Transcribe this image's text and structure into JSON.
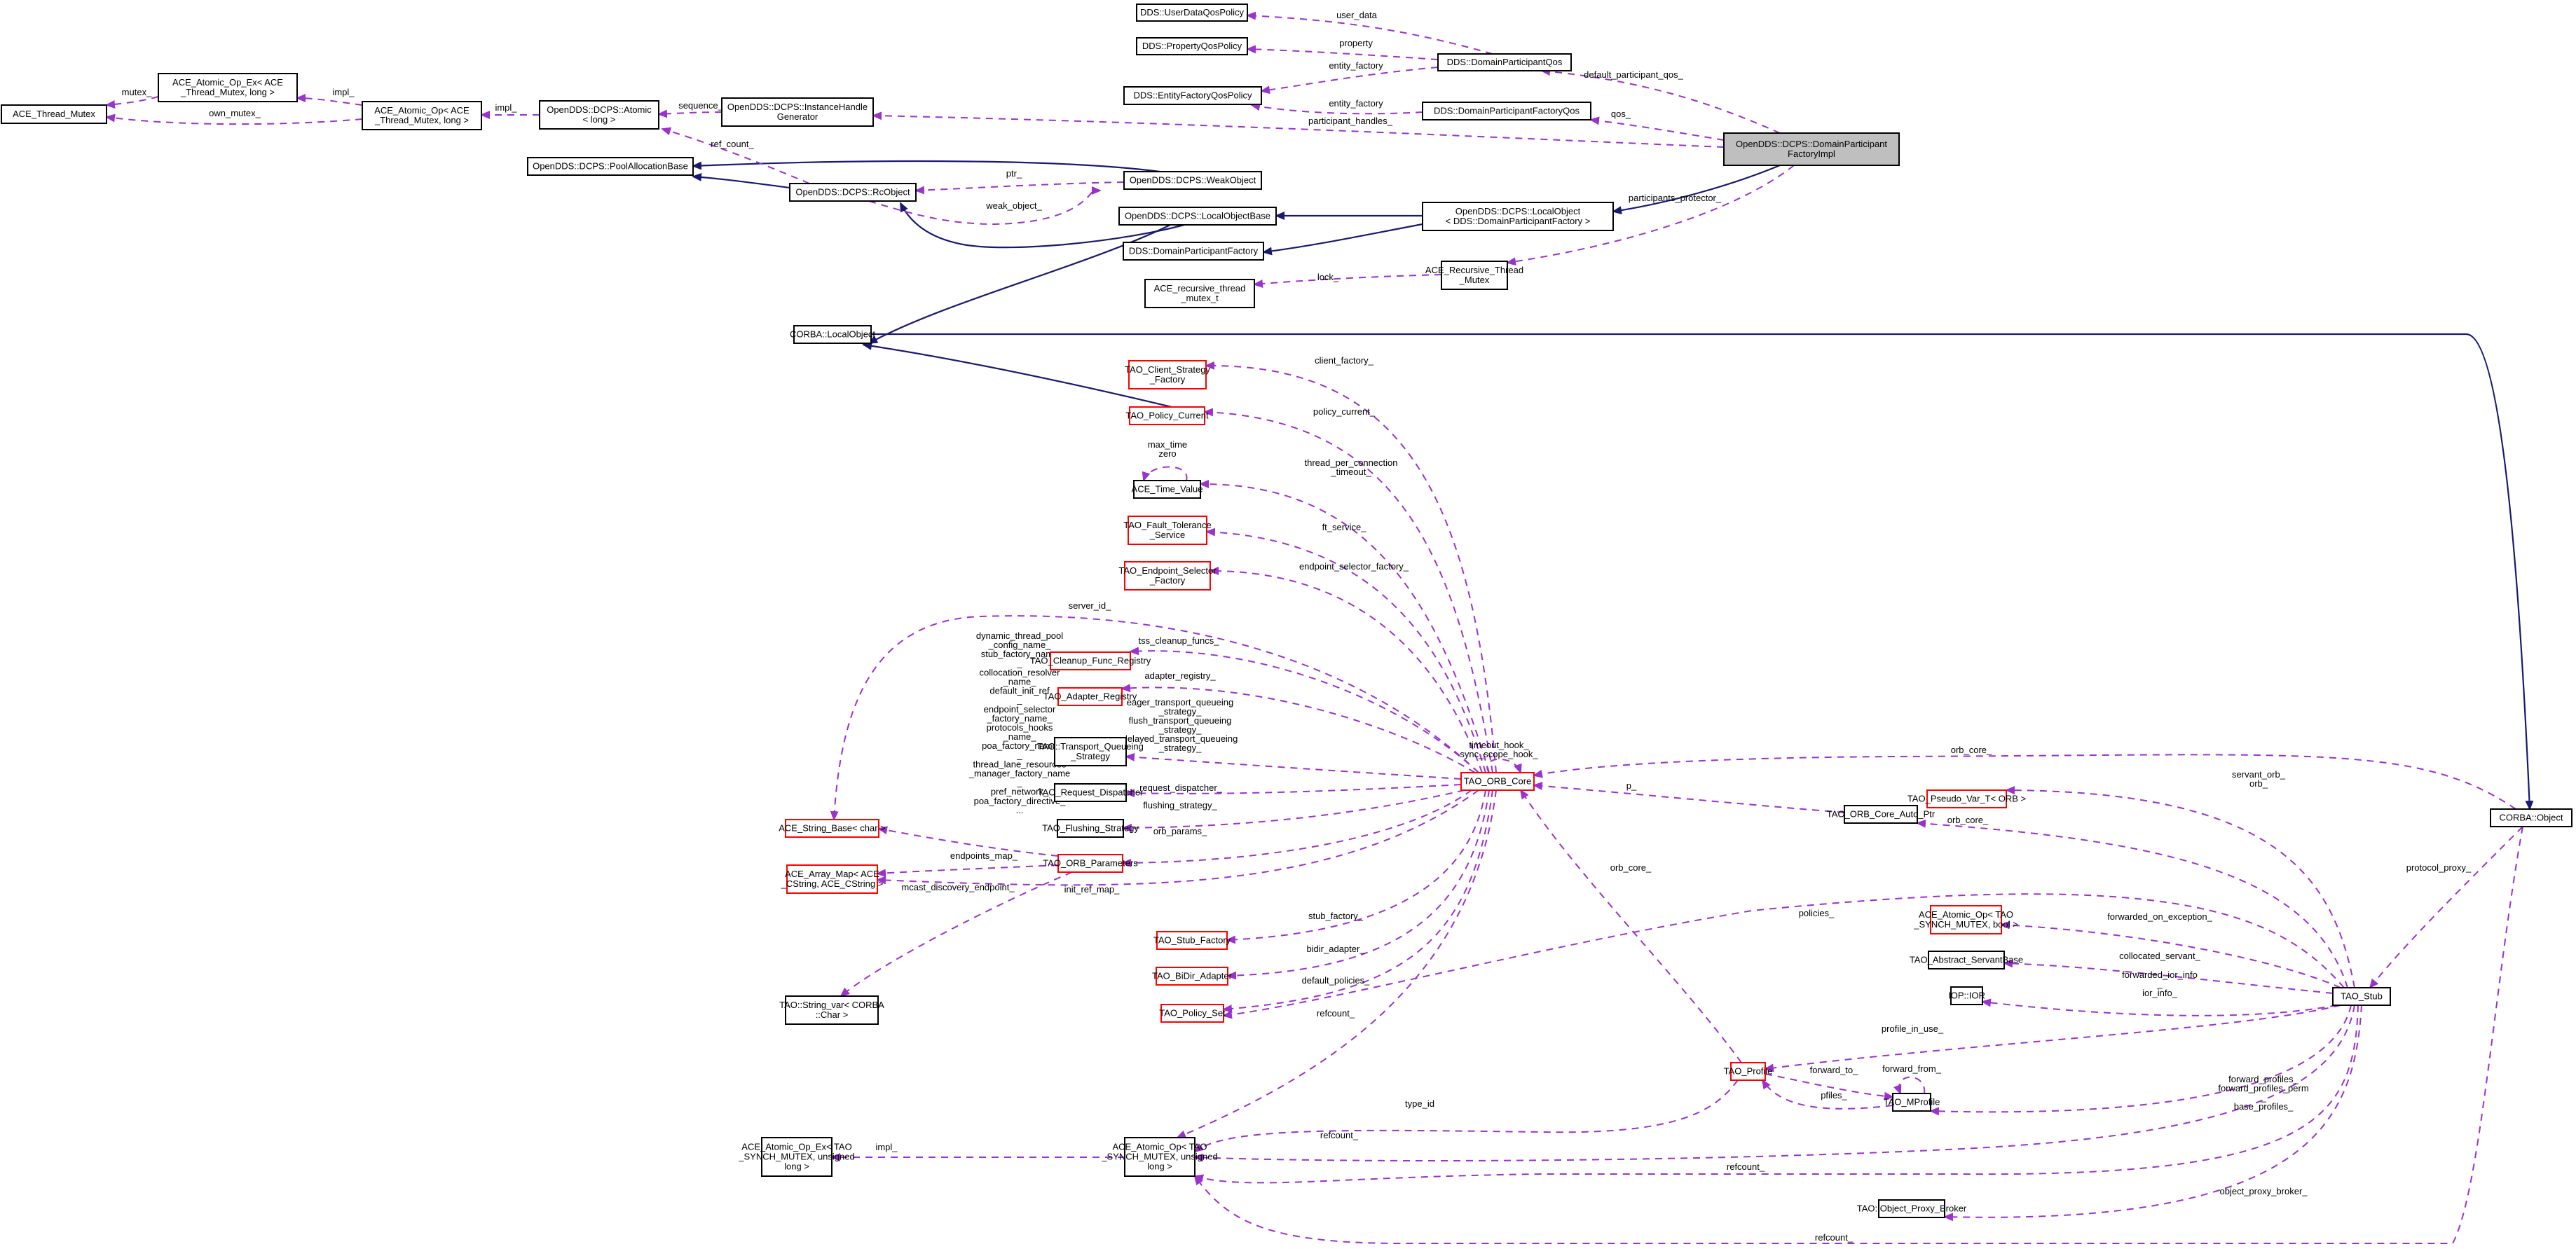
{
  "diagram": {
    "title": "OpenDDS::DCPS::DomainParticipantFactoryImpl collaboration graph",
    "colors": {
      "inheritance_edge": "#191970",
      "usage_edge": "#9a32cd",
      "focus_fill": "#bfbfbf",
      "incomplete_border": "#ff0000",
      "node_border": "#000000"
    },
    "nodes": [
      {
        "id": "focus",
        "lines": [
          "OpenDDS::DCPS::DomainParticipant",
          "FactoryImpl"
        ],
        "style": "focus"
      },
      {
        "id": "userdata",
        "lines": [
          "DDS::UserDataQosPolicy"
        ],
        "style": "normal"
      },
      {
        "id": "property",
        "lines": [
          "DDS::PropertyQosPolicy"
        ],
        "style": "normal"
      },
      {
        "id": "dpqos",
        "lines": [
          "DDS::DomainParticipantQos"
        ],
        "style": "normal"
      },
      {
        "id": "efqos",
        "lines": [
          "DDS::EntityFactoryQosPolicy"
        ],
        "style": "normal"
      },
      {
        "id": "dpfqos",
        "lines": [
          "DDS::DomainParticipantFactoryQos"
        ],
        "style": "normal"
      },
      {
        "id": "ihgen",
        "lines": [
          "OpenDDS::DCPS::InstanceHandle",
          "Generator"
        ],
        "style": "normal"
      },
      {
        "id": "atomic",
        "lines": [
          "OpenDDS::DCPS::Atomic",
          "< long >"
        ],
        "style": "normal"
      },
      {
        "id": "aceatomicop",
        "lines": [
          "ACE_Atomic_Op< ACE",
          "_Thread_Mutex, long >"
        ],
        "style": "normal"
      },
      {
        "id": "aceatomicopex",
        "lines": [
          "ACE_Atomic_Op_Ex< ACE",
          "_Thread_Mutex, long >"
        ],
        "style": "normal"
      },
      {
        "id": "acethreadmutex",
        "lines": [
          "ACE_Thread_Mutex"
        ],
        "style": "normal"
      },
      {
        "id": "poolalloc",
        "lines": [
          "OpenDDS::DCPS::PoolAllocationBase"
        ],
        "style": "normal"
      },
      {
        "id": "rcobject",
        "lines": [
          "OpenDDS::DCPS::RcObject"
        ],
        "style": "normal"
      },
      {
        "id": "weakobject",
        "lines": [
          "OpenDDS::DCPS::WeakObject"
        ],
        "style": "normal"
      },
      {
        "id": "localobjbase",
        "lines": [
          "OpenDDS::DCPS::LocalObjectBase"
        ],
        "style": "normal"
      },
      {
        "id": "dpfactory",
        "lines": [
          "DDS::DomainParticipantFactory"
        ],
        "style": "normal"
      },
      {
        "id": "localobj",
        "lines": [
          "OpenDDS::DCPS::LocalObject",
          "< DDS::DomainParticipantFactory >"
        ],
        "style": "normal"
      },
      {
        "id": "recmutex_t",
        "lines": [
          "ACE_recursive_thread",
          "_mutex_t"
        ],
        "style": "normal"
      },
      {
        "id": "recmutex",
        "lines": [
          "ACE_Recursive_Thread",
          "_Mutex"
        ],
        "style": "normal"
      },
      {
        "id": "corbalocal",
        "lines": [
          "CORBA::LocalObject"
        ],
        "style": "normal"
      },
      {
        "id": "clientstrat",
        "lines": [
          "TAO_Client_Strategy",
          "_Factory"
        ],
        "style": "red"
      },
      {
        "id": "policycurrent",
        "lines": [
          "TAO_Policy_Current"
        ],
        "style": "red"
      },
      {
        "id": "timevalue",
        "lines": [
          "ACE_Time_Value"
        ],
        "style": "normal"
      },
      {
        "id": "faulttol",
        "lines": [
          "TAO_Fault_Tolerance",
          "_Service"
        ],
        "style": "red"
      },
      {
        "id": "endpointsel",
        "lines": [
          "TAO_Endpoint_Selector",
          "_Factory"
        ],
        "style": "red"
      },
      {
        "id": "cleanup",
        "lines": [
          "TAO_Cleanup_Func_Registry"
        ],
        "style": "red"
      },
      {
        "id": "adapterreg",
        "lines": [
          "TAO_Adapter_Registry"
        ],
        "style": "red"
      },
      {
        "id": "transportq",
        "lines": [
          "TAO::Transport_Queueing",
          "_Strategy"
        ],
        "style": "normal"
      },
      {
        "id": "reqdisp",
        "lines": [
          "TAO_Request_Dispatcher"
        ],
        "style": "normal"
      },
      {
        "id": "flushing",
        "lines": [
          "TAO_Flushing_Strategy"
        ],
        "style": "normal"
      },
      {
        "id": "orbparams",
        "lines": [
          "TAO_ORB_Parameters"
        ],
        "style": "red"
      },
      {
        "id": "stringbase",
        "lines": [
          "ACE_String_Base< char >"
        ],
        "style": "red"
      },
      {
        "id": "arraymap",
        "lines": [
          "ACE_Array_Map< ACE",
          "_CString, ACE_CString >"
        ],
        "style": "red"
      },
      {
        "id": "stringvar",
        "lines": [
          "TAO::String_var< CORBA",
          "::Char >"
        ],
        "style": "normal"
      },
      {
        "id": "stubfactory",
        "lines": [
          "TAO_Stub_Factory"
        ],
        "style": "red"
      },
      {
        "id": "bidir",
        "lines": [
          "TAO_BiDir_Adapter"
        ],
        "style": "red"
      },
      {
        "id": "policyset",
        "lines": [
          "TAO_Policy_Set"
        ],
        "style": "red"
      },
      {
        "id": "orbcore",
        "lines": [
          "TAO_ORB_Core"
        ],
        "style": "red"
      },
      {
        "id": "atomicopex_tao",
        "lines": [
          "ACE_Atomic_Op_Ex< TAO",
          "_SYNCH_MUTEX, unsigned",
          "long >"
        ],
        "style": "normal"
      },
      {
        "id": "atomicop_tao",
        "lines": [
          "ACE_Atomic_Op< TAO",
          "_SYNCH_MUTEX, unsigned",
          "long >"
        ],
        "style": "normal"
      },
      {
        "id": "orbcoreauto",
        "lines": [
          "TAO_ORB_Core_Auto_Ptr"
        ],
        "style": "normal"
      },
      {
        "id": "pseudovar",
        "lines": [
          "TAO_Pseudo_Var_T< ORB >"
        ],
        "style": "red"
      },
      {
        "id": "atomicbool",
        "lines": [
          "ACE_Atomic_Op< TAO",
          "_SYNCH_MUTEX, bool >"
        ],
        "style": "red"
      },
      {
        "id": "servantbase",
        "lines": [
          "TAO_Abstract_ServantBase"
        ],
        "style": "normal"
      },
      {
        "id": "ior",
        "lines": [
          "IOP::IOR"
        ],
        "style": "normal"
      },
      {
        "id": "profile",
        "lines": [
          "TAO_Profile"
        ],
        "style": "red"
      },
      {
        "id": "mprofile",
        "lines": [
          "TAO_MProfile"
        ],
        "style": "normal"
      },
      {
        "id": "proxybroker",
        "lines": [
          "TAO::Object_Proxy_Broker"
        ],
        "style": "normal"
      },
      {
        "id": "stub",
        "lines": [
          "TAO_Stub"
        ],
        "style": "normal"
      },
      {
        "id": "corbaobject",
        "lines": [
          "CORBA::Object"
        ],
        "style": "normal"
      }
    ],
    "edge_labels": [
      {
        "id": "user_data",
        "lines": [
          "user_data"
        ]
      },
      {
        "id": "property",
        "lines": [
          "property"
        ]
      },
      {
        "id": "entity_factory_1",
        "lines": [
          "entity_factory"
        ]
      },
      {
        "id": "entity_factory_2",
        "lines": [
          "entity_factory"
        ]
      },
      {
        "id": "default_participant_qos",
        "lines": [
          "default_participant_qos_"
        ]
      },
      {
        "id": "qos",
        "lines": [
          "qos_"
        ]
      },
      {
        "id": "participant_handles",
        "lines": [
          "participant_handles_"
        ]
      },
      {
        "id": "sequence",
        "lines": [
          "sequence_"
        ]
      },
      {
        "id": "impl_1",
        "lines": [
          "impl_"
        ]
      },
      {
        "id": "impl_2",
        "lines": [
          "impl_"
        ]
      },
      {
        "id": "mutex",
        "lines": [
          "mutex_"
        ]
      },
      {
        "id": "own_mutex",
        "lines": [
          "own_mutex_"
        ]
      },
      {
        "id": "ref_count",
        "lines": [
          "ref_count_"
        ]
      },
      {
        "id": "ptr",
        "lines": [
          "ptr_"
        ]
      },
      {
        "id": "weak_object",
        "lines": [
          "weak_object_"
        ]
      },
      {
        "id": "participants_protector",
        "lines": [
          "participants_protector_"
        ]
      },
      {
        "id": "lock",
        "lines": [
          "lock_"
        ]
      },
      {
        "id": "client_factory",
        "lines": [
          "client_factory_"
        ]
      },
      {
        "id": "policy_current",
        "lines": [
          "policy_current_"
        ]
      },
      {
        "id": "max_time_zero",
        "lines": [
          "max_time",
          "zero"
        ]
      },
      {
        "id": "thread_per_connection",
        "lines": [
          "thread_per_connection",
          "_timeout_"
        ]
      },
      {
        "id": "ft_service",
        "lines": [
          "ft_service_"
        ]
      },
      {
        "id": "endpoint_selector_factory",
        "lines": [
          "endpoint_selector_factory_"
        ]
      },
      {
        "id": "server_id",
        "lines": [
          "server_id_"
        ]
      },
      {
        "id": "orb_param_strings",
        "lines": [
          "dynamic_thread_pool",
          "_config_name_",
          "stub_factory_name",
          "_",
          "collocation_resolver",
          "_name_",
          "default_init_ref",
          "_",
          "endpoint_selector",
          "_factory_name_",
          "protocols_hooks",
          "_name_",
          "poa_factory_name",
          "_",
          "thread_lane_resources",
          "_manager_factory_name",
          "_",
          "pref_network_",
          "poa_factory_directive_",
          "..."
        ]
      },
      {
        "id": "tss_cleanup_funcs",
        "lines": [
          "tss_cleanup_funcs_"
        ]
      },
      {
        "id": "adapter_registry",
        "lines": [
          "adapter_registry_"
        ]
      },
      {
        "id": "queueing_strategies",
        "lines": [
          "eager_transport_queueing",
          "_strategy_",
          "flush_transport_queueing",
          "_strategy_",
          "delayed_transport_queueing",
          "_strategy_"
        ]
      },
      {
        "id": "hooks",
        "lines": [
          "timeout_hook_",
          "sync_scope_hook_"
        ]
      },
      {
        "id": "request_dispatcher",
        "lines": [
          "request_dispatcher_"
        ]
      },
      {
        "id": "flushing_strategy",
        "lines": [
          "flushing_strategy_"
        ]
      },
      {
        "id": "orb_params",
        "lines": [
          "orb_params_"
        ]
      },
      {
        "id": "endpoints_map",
        "lines": [
          "endpoints_map_"
        ]
      },
      {
        "id": "mcast_discovery_endpoint",
        "lines": [
          "mcast_discovery_endpoint_"
        ]
      },
      {
        "id": "init_ref_map",
        "lines": [
          "init_ref_map_"
        ]
      },
      {
        "id": "stub_factory",
        "lines": [
          "stub_factory_"
        ]
      },
      {
        "id": "bidir_adapter",
        "lines": [
          "bidir_adapter_"
        ]
      },
      {
        "id": "default_policies",
        "lines": [
          "default_policies_"
        ]
      },
      {
        "id": "refcount_1",
        "lines": [
          "refcount_"
        ]
      },
      {
        "id": "orb_core_1",
        "lines": [
          "orb_core_"
        ]
      },
      {
        "id": "orb_core_2",
        "lines": [
          "orb_core_"
        ]
      },
      {
        "id": "orb_core_3",
        "lines": [
          "orb_core_"
        ]
      },
      {
        "id": "p",
        "lines": [
          "p_"
        ]
      },
      {
        "id": "policies",
        "lines": [
          "policies_"
        ]
      },
      {
        "id": "type_id",
        "lines": [
          "type_id"
        ]
      },
      {
        "id": "refcount_2",
        "lines": [
          "refcount_"
        ]
      },
      {
        "id": "refcount_3",
        "lines": [
          "refcount_"
        ]
      },
      {
        "id": "refcount_4",
        "lines": [
          "refcount_"
        ]
      },
      {
        "id": "impl_3",
        "lines": [
          "impl_"
        ]
      },
      {
        "id": "servant_orb",
        "lines": [
          "servant_orb_",
          "orb_"
        ]
      },
      {
        "id": "forwarded_on_exception",
        "lines": [
          "forwarded_on_exception_"
        ]
      },
      {
        "id": "collocated_servant",
        "lines": [
          "collocated_servant_"
        ]
      },
      {
        "id": "ior_info",
        "lines": [
          "forwarded_ior_info",
          "_",
          "ior_info_"
        ]
      },
      {
        "id": "profile_in_use",
        "lines": [
          "profile_in_use_"
        ]
      },
      {
        "id": "forward_to",
        "lines": [
          "forward_to_"
        ]
      },
      {
        "id": "forward_from",
        "lines": [
          "forward_from_"
        ]
      },
      {
        "id": "pfiles",
        "lines": [
          "pfiles_"
        ]
      },
      {
        "id": "forward_profiles",
        "lines": [
          "forward_profiles_",
          "forward_profiles_perm",
          "_",
          "base_profiles_"
        ]
      },
      {
        "id": "object_proxy_broker",
        "lines": [
          "object_proxy_broker_"
        ]
      },
      {
        "id": "protocol_proxy",
        "lines": [
          "protocol_proxy_"
        ]
      }
    ]
  }
}
